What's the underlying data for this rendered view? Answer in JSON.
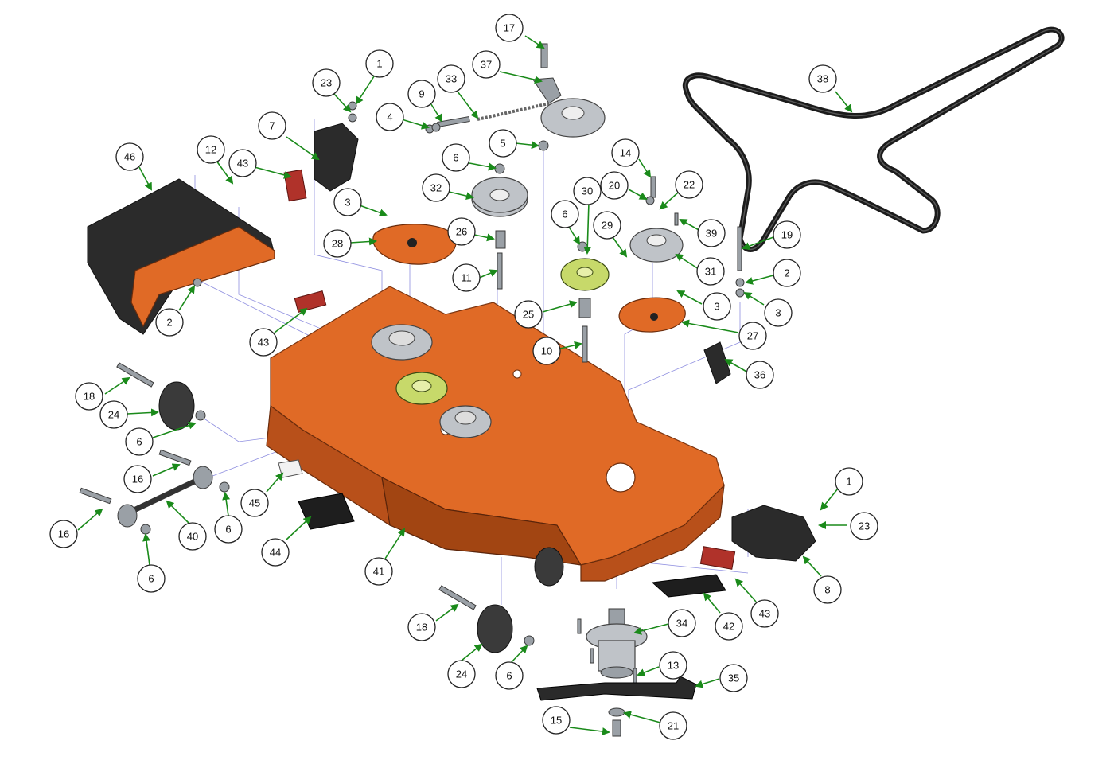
{
  "diagram": {
    "callouts": [
      {
        "label": "1"
      },
      {
        "label": "23"
      },
      {
        "label": "7"
      },
      {
        "label": "43"
      },
      {
        "label": "12"
      },
      {
        "label": "46"
      },
      {
        "label": "2"
      },
      {
        "label": "43"
      },
      {
        "label": "17"
      },
      {
        "label": "37"
      },
      {
        "label": "33"
      },
      {
        "label": "9"
      },
      {
        "label": "4"
      },
      {
        "label": "5"
      },
      {
        "label": "6"
      },
      {
        "label": "32"
      },
      {
        "label": "3"
      },
      {
        "label": "28"
      },
      {
        "label": "26"
      },
      {
        "label": "11"
      },
      {
        "label": "38"
      },
      {
        "label": "14"
      },
      {
        "label": "20"
      },
      {
        "label": "22"
      },
      {
        "label": "30"
      },
      {
        "label": "6"
      },
      {
        "label": "29"
      },
      {
        "label": "39"
      },
      {
        "label": "19"
      },
      {
        "label": "31"
      },
      {
        "label": "2"
      },
      {
        "label": "3"
      },
      {
        "label": "3"
      },
      {
        "label": "25"
      },
      {
        "label": "27"
      },
      {
        "label": "10"
      },
      {
        "label": "36"
      },
      {
        "label": "18"
      },
      {
        "label": "24"
      },
      {
        "label": "6"
      },
      {
        "label": "16"
      },
      {
        "label": "45"
      },
      {
        "label": "16"
      },
      {
        "label": "40"
      },
      {
        "label": "6"
      },
      {
        "label": "44"
      },
      {
        "label": "6"
      },
      {
        "label": "41"
      },
      {
        "label": "1"
      },
      {
        "label": "23"
      },
      {
        "label": "8"
      },
      {
        "label": "43"
      },
      {
        "label": "42"
      },
      {
        "label": "18"
      },
      {
        "label": "34"
      },
      {
        "label": "24"
      },
      {
        "label": "6"
      },
      {
        "label": "13"
      },
      {
        "label": "35"
      },
      {
        "label": "15"
      },
      {
        "label": "21"
      }
    ]
  }
}
